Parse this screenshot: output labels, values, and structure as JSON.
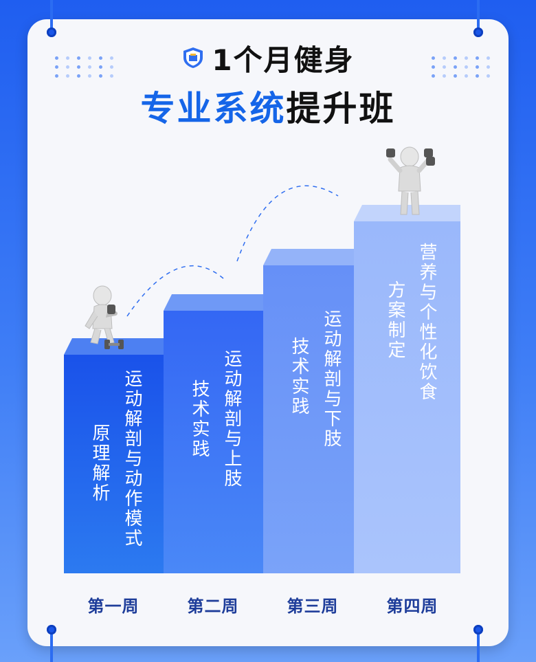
{
  "title": {
    "line1": "1个月健身",
    "line2_blue": "专业系统",
    "line2_dark": "提升班",
    "badge_icon": "shield-badge-icon"
  },
  "steps": [
    {
      "week": "第一周",
      "col_a": "运动解剖与动作模式",
      "col_b": "原理解析"
    },
    {
      "week": "第二周",
      "col_a": "运动解剖与上肢",
      "col_b": "技术实践"
    },
    {
      "week": "第三周",
      "col_a": "运动解剖与下肢",
      "col_b": "技术实践"
    },
    {
      "week": "第四周",
      "col_a": "营养与个性化饮食",
      "col_b": "方案制定"
    }
  ],
  "colors": {
    "brand_blue": "#1565e8",
    "bar1": "#1a5af0",
    "bar2": "#3a74f7",
    "bar3": "#6b95fa",
    "bar4": "#9dbafc"
  }
}
